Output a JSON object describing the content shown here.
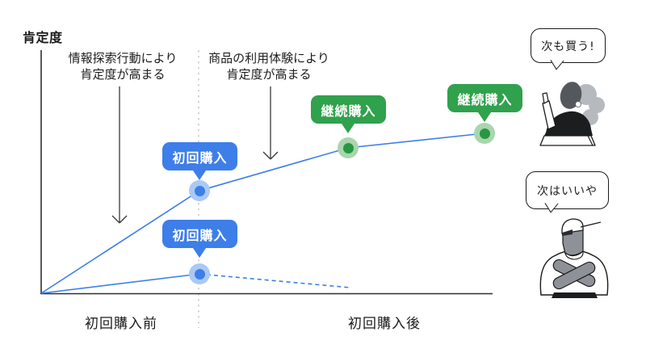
{
  "chart": {
    "y_axis_label": "肯定度",
    "x_label_before": "初回購入前",
    "x_label_after": "初回購入後",
    "annotation_search": {
      "line1": "情報探索行動により",
      "line2": "肯定度が高まる"
    },
    "annotation_usage": {
      "line1": "商品の利用体験により",
      "line2": "肯定度が高まる"
    },
    "badge_first_purchase": "初回購入",
    "badge_repeat_purchase": "継続購入",
    "lines": {
      "positive_path": "51,363 247,236 431,183 600,165",
      "negative_solid": "51,363 247,339",
      "negative_dashed": "247,339 434,356"
    }
  },
  "bubbles": {
    "buy_again": "次も買う!",
    "skip_next": "次はいいや"
  },
  "colors": {
    "line_blue": "#3d7ee9",
    "badge_blue": "#3d7ee9",
    "badge_green": "#30a14c",
    "dot_blue_ring": "#aac9f4",
    "dot_green_ring": "#a8d6ad",
    "dot_green_core": "#289743",
    "axis": "#2e2e2e",
    "dotted_divider": "#d4d7da"
  }
}
